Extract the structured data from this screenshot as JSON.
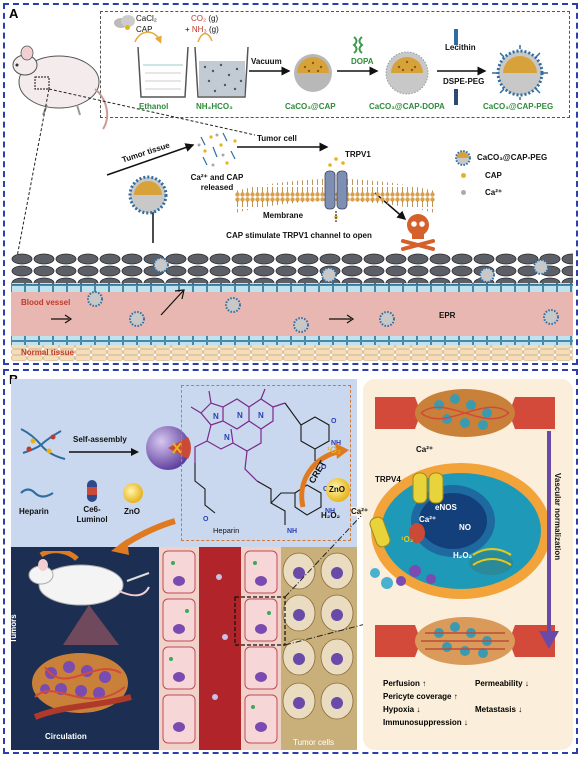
{
  "panel_a": {
    "letter": "A",
    "reagents_left": [
      "CaCl₂",
      "CAP"
    ],
    "reagents_right_red": [
      "CO₂",
      "NH₃"
    ],
    "reagents_right_suffix": [
      "(g)",
      "(g)"
    ],
    "reagents_right_prefix": [
      "",
      "+ "
    ],
    "beaker_labels": [
      "Ethanol",
      "NH₄HCO₃"
    ],
    "step_vacuum": "Vacuum",
    "step_dopa": "DOPA",
    "step_lecithin": "Lecithin",
    "step_dspe": "DSPE-PEG",
    "products": [
      "CaCO₃@CAP",
      "CaCO₃@CAP-DOPA",
      "CaCO₃@CAP-PEG"
    ],
    "tumor_tissue": "Tumor tissue",
    "tumor_cell": "Tumor cell",
    "released": "Ca²⁺ and CAP released",
    "trpv1": "TRPV1",
    "membrane": "Membrane",
    "cap_stimulate": "CAP stimulate TRPV1 channel to open",
    "legend": [
      "CaCO₃@CAP-PEG",
      "CAP",
      "Ca²⁺"
    ],
    "blood_vessel": "Blood vessel",
    "normal_tissue": "Normal tissue",
    "epr": "EPR"
  },
  "panel_b": {
    "letter": "B",
    "self_assembly": "Self-assembly",
    "heparin": "Heparin",
    "ce6_luminol": "Ce6-Luminol",
    "zno": "ZnO",
    "heparin_struct": "Heparin",
    "cret": "CRET",
    "singlet_o2": "¹O₂",
    "h2o2": "H₂O₂",
    "zno_ball": "ZnO",
    "tumors": "Tumors",
    "circulation": "Circulation",
    "tumor_cells": "Tumor cells",
    "trpv4": "TRPV4",
    "ca_top": "Ca²⁺",
    "ca_left": "Ca²⁺",
    "ca_inner": "Ca²⁺",
    "enos": "eNOS",
    "no": "NO",
    "o2": "¹O₂",
    "h2o2_cell": "H₂O₂",
    "vascular_normalization": "Vascular normalization",
    "outcomes": [
      {
        "text": "Perfusion",
        "dir": "↑"
      },
      {
        "text": "Permeability",
        "dir": "↓"
      },
      {
        "text": "Pericyte coverage",
        "dir": "↑"
      },
      {
        "text": "Hypoxia",
        "dir": "↓"
      },
      {
        "text": "Metastasis",
        "dir": "↓"
      },
      {
        "text": "Immunosuppression",
        "dir": "↓"
      }
    ]
  },
  "colors": {
    "frame_blue": "#2d3fae",
    "green_text": "#2e8b3a",
    "red_text": "#c0392b",
    "vessel_pink": "#e9b7b1",
    "panel_b_bg": "#c9d8ee",
    "dark_lower": "#1c2f52",
    "cell_cream": "#fbeeda"
  }
}
